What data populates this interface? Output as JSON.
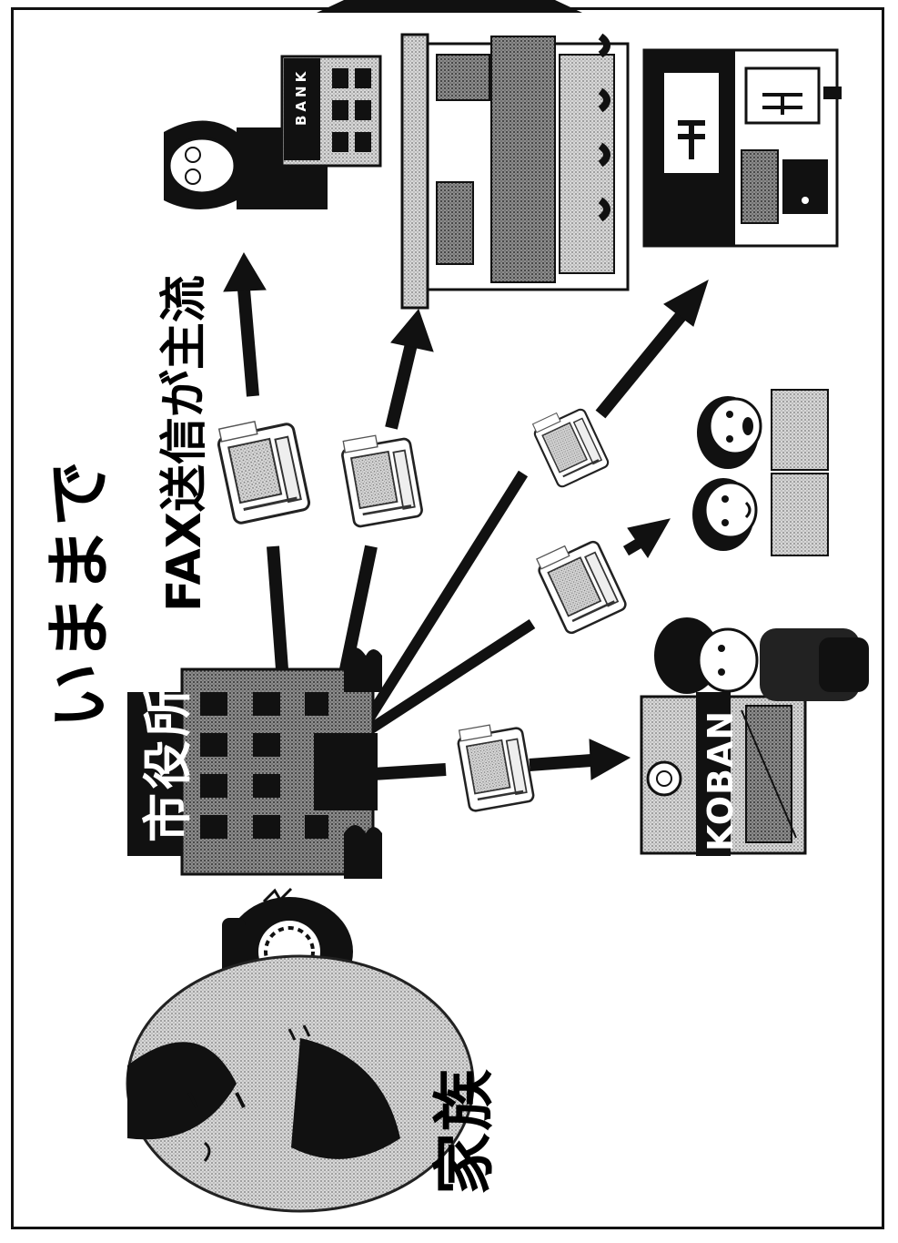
{
  "title": "いままで",
  "subtitle": "FAX送信が主流",
  "nodes": {
    "family_label": "家族",
    "city_hall_sign": "市役所",
    "bank_sign": "BANK",
    "koban_sign": "KOBAN"
  },
  "colors": {
    "ink": "#111111",
    "gray": "#8a8a8a",
    "light_gray": "#cfcfcf",
    "paper": "#ffffff"
  }
}
